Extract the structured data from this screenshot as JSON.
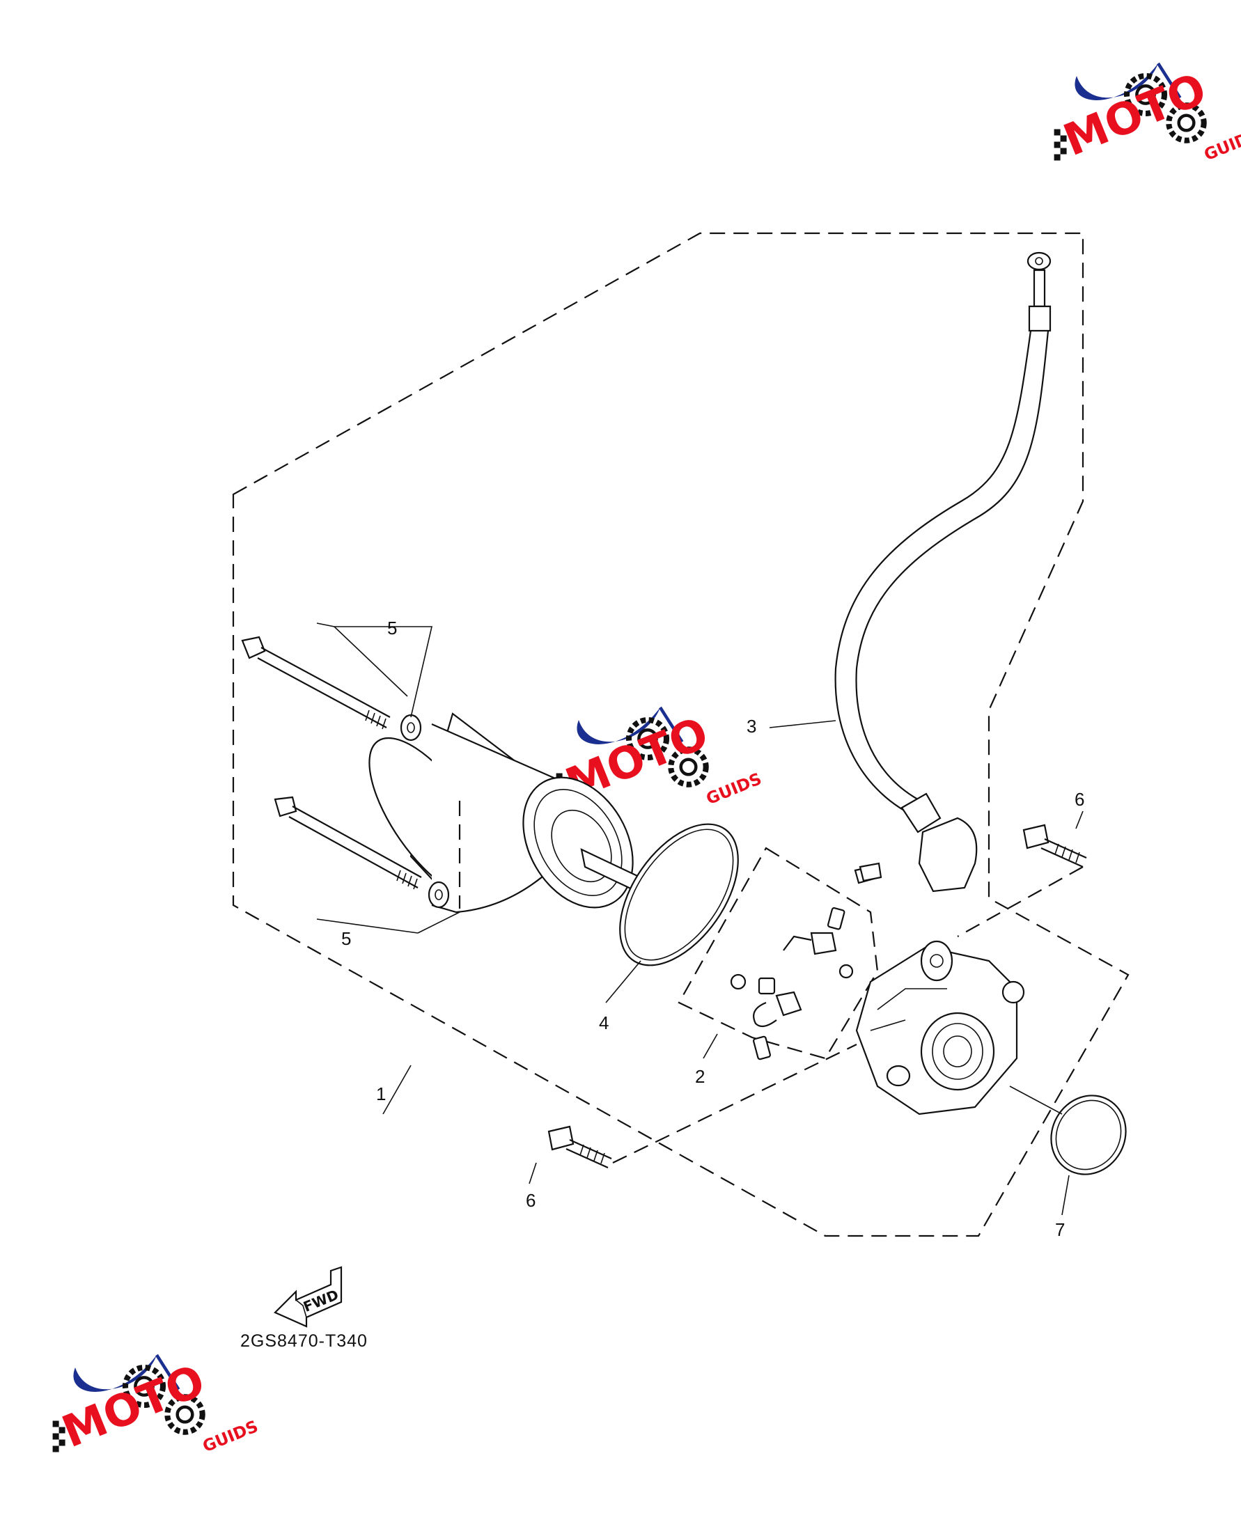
{
  "callouts": [
    {
      "id": "1",
      "label": "1"
    },
    {
      "id": "2",
      "label": "2"
    },
    {
      "id": "3",
      "label": "3"
    },
    {
      "id": "4",
      "label": "4"
    },
    {
      "id": "5a",
      "label": "5"
    },
    {
      "id": "5b",
      "label": "5"
    },
    {
      "id": "6a",
      "label": "6"
    },
    {
      "id": "6b",
      "label": "6"
    },
    {
      "id": "7",
      "label": "7"
    }
  ],
  "fwd_label": "FWD",
  "diagram_code": "2GS8470-T340",
  "watermark": {
    "text_main": "MOTO",
    "text_sub": "GUIDS",
    "colors": {
      "arc": "#1a2f8f",
      "letters": "#e8101e",
      "gear": "#111111",
      "checker": "#111111"
    }
  }
}
